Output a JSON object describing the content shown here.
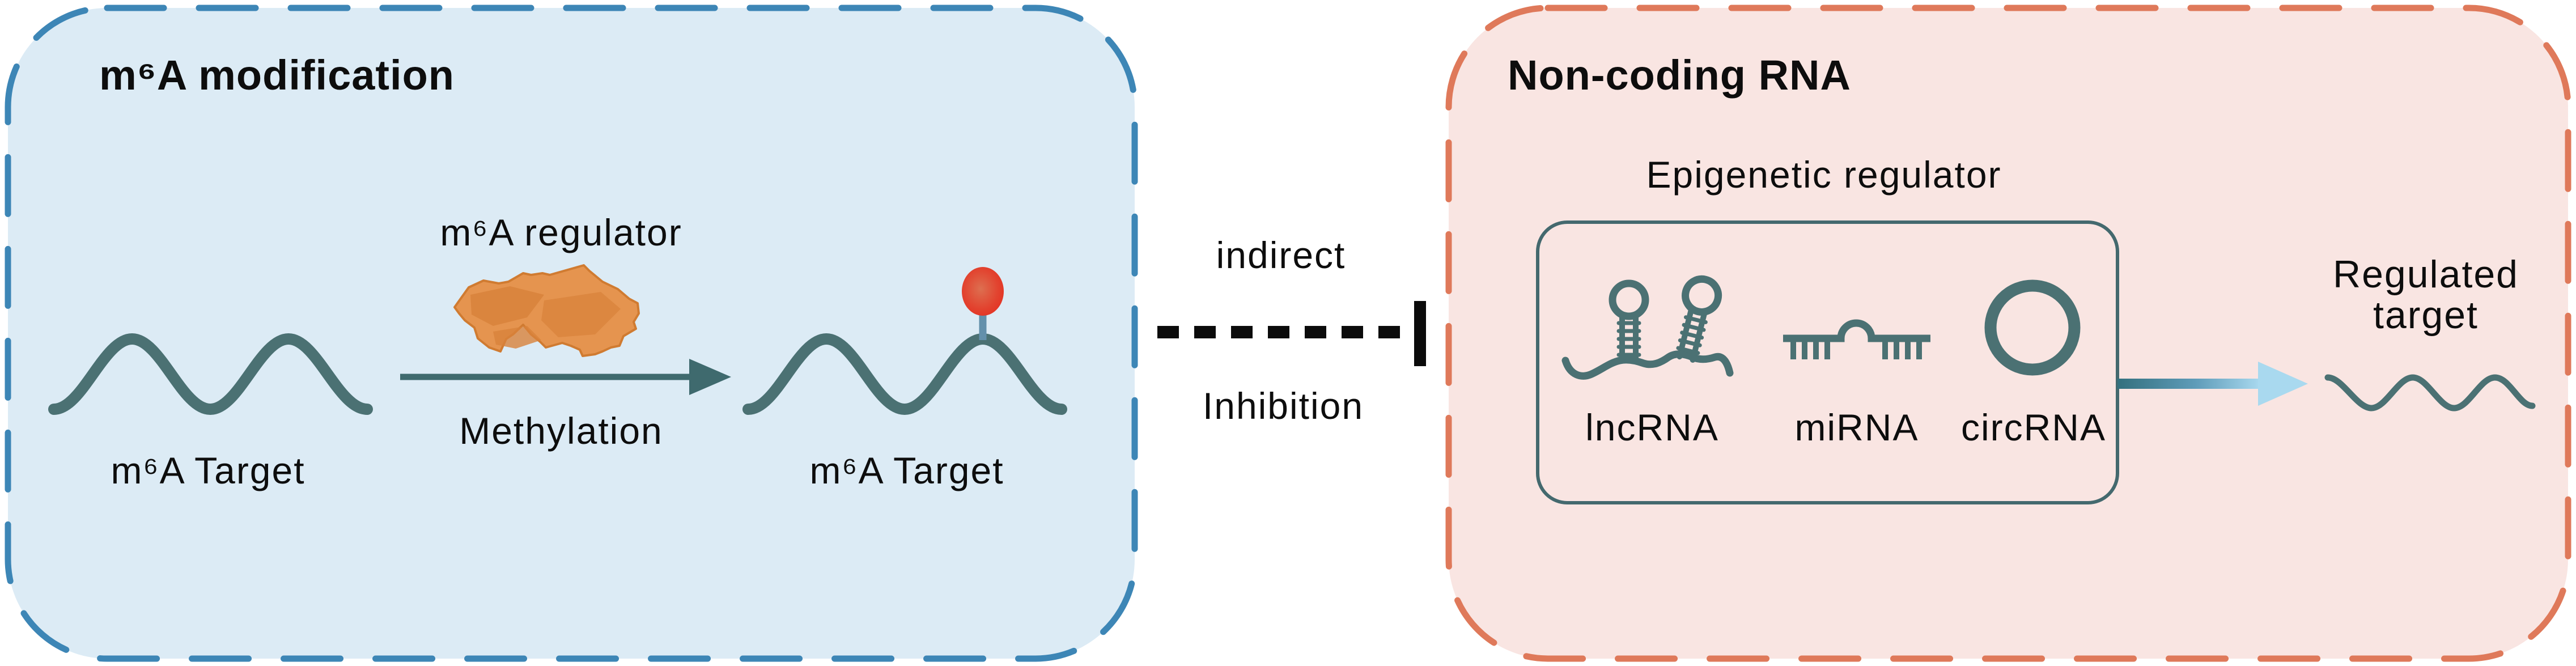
{
  "left_panel": {
    "title": "m⁶A modification",
    "regulator_label": "m⁶A regulator",
    "methylation_label": "Methylation",
    "target_before_label": "m⁶A Target",
    "target_after_label": "m⁶A Target"
  },
  "connector": {
    "indirect_label": "indirect",
    "inhibition_label": "Inhibition"
  },
  "right_panel": {
    "title": "Non-coding RNA",
    "epigenetic_label": "Epigenetic regulator",
    "rna_types": [
      {
        "label": "lncRNA"
      },
      {
        "label": "miRNA"
      },
      {
        "label": "circRNA"
      }
    ],
    "regulated_target_label": "Regulated\ntarget"
  },
  "colors": {
    "left_panel_fill": "#dcebf5",
    "left_panel_border": "#3d86b6",
    "right_panel_fill": "#f9e5e2",
    "right_panel_border": "#df795a",
    "rna_teal": "#4b7173",
    "regulator_blob_orange": "#e5944f",
    "regulator_blob_dark": "#d8823b",
    "methyl_mark_red": "#e5281c",
    "methyl_stem_blue": "#6390ab",
    "inhibition_black": "#0b0b0b",
    "regulation_arrow_start": "#33707e",
    "regulation_arrow_end": "#a9d9ef"
  }
}
